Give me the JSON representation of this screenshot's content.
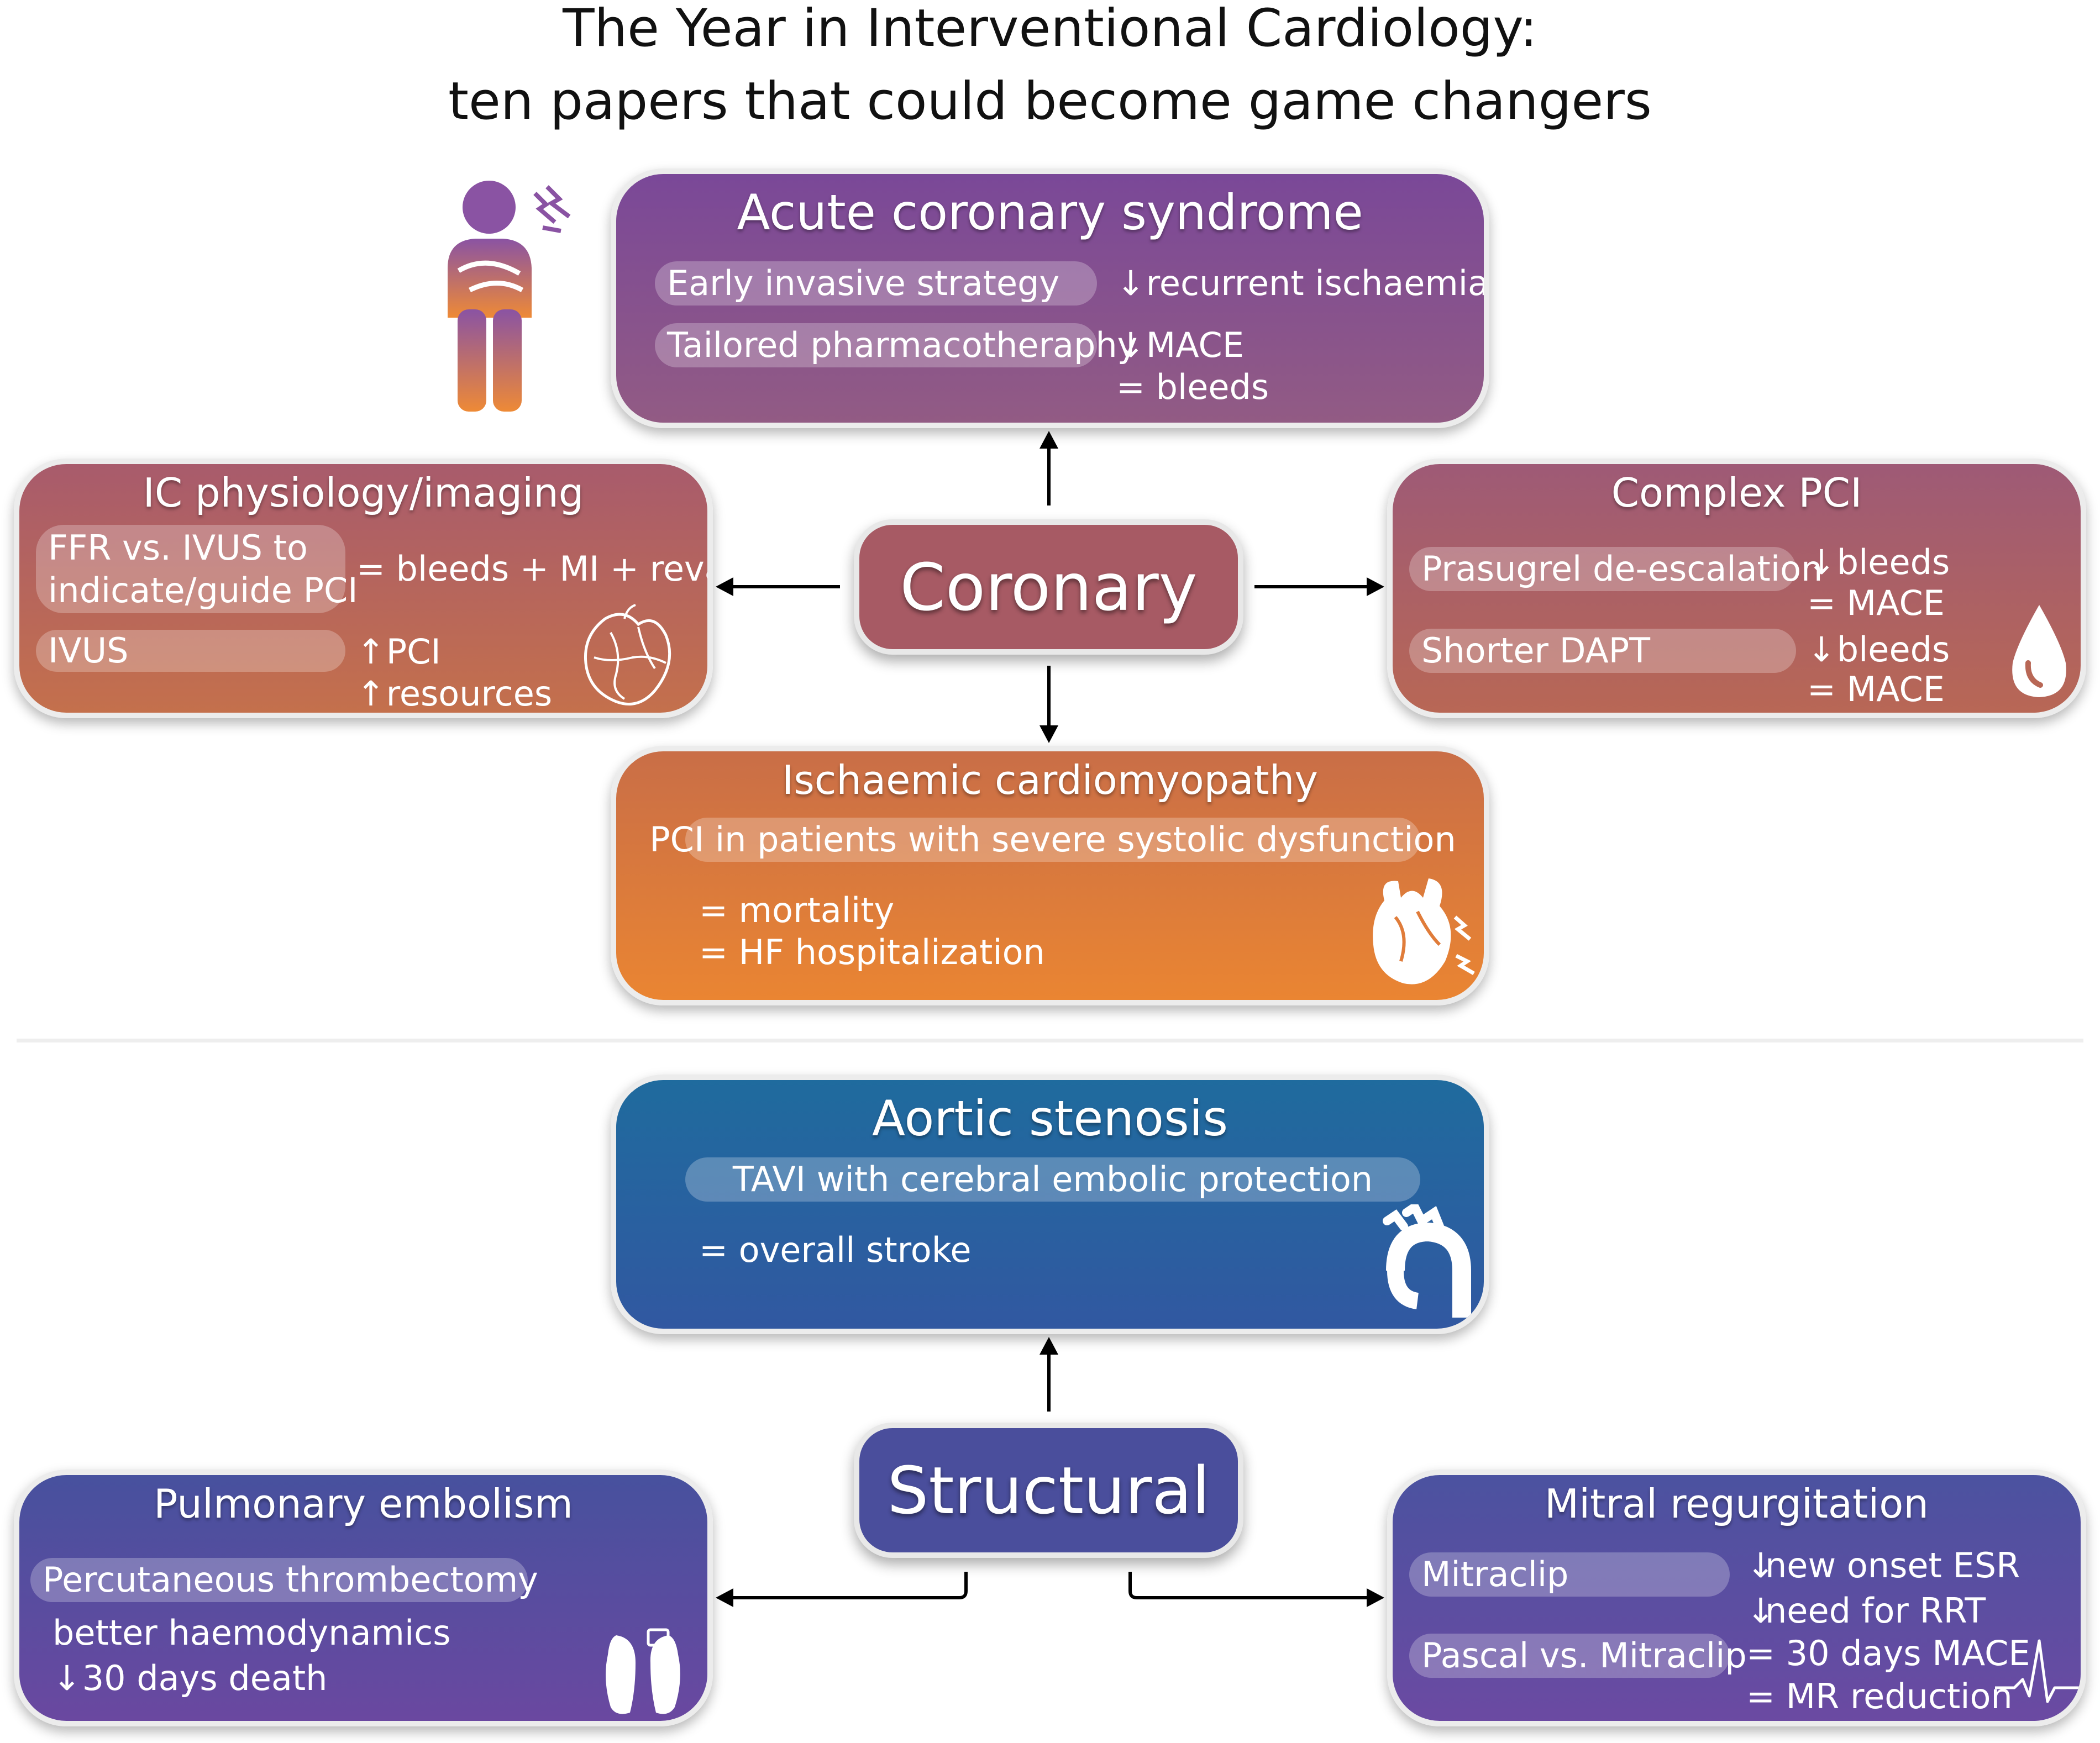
{
  "title": {
    "line1": "The Year in Interventional Cardiology:",
    "line2": "ten papers that could become game changers"
  },
  "hubs": {
    "coronary": "Coronary",
    "structural": "Structural"
  },
  "acs": {
    "title": "Acute coronary syndrome",
    "items": [
      {
        "label": "Early invasive strategy",
        "results": [
          "recurrent ischaemia"
        ],
        "arrows": [
          "down"
        ]
      },
      {
        "label": "Tailored pharmacotheraphy",
        "results": [
          "MACE",
          "= bleeds"
        ],
        "arrows": [
          "down",
          ""
        ]
      }
    ],
    "icon": "patient-chest-pain-icon"
  },
  "physiology": {
    "title": "IC physiology/imaging",
    "item1_label_a": "FFR vs. IVUS to",
    "item1_label_b": "indicate/guide PCI",
    "item1_result": "= bleeds + MI + revasc",
    "item2_label": "IVUS",
    "item2_result_a": "PCI",
    "item2_result_b": "resources",
    "icon": "heart-outline-icon"
  },
  "complex_pci": {
    "title": "Complex PCI",
    "item1_label": "Prasugrel de-escalation",
    "item1_result_a": "bleeds",
    "item1_result_b": "= MACE",
    "item2_label": "Shorter DAPT",
    "item2_result_a": "bleeds",
    "item2_result_b": "= MACE",
    "icon": "blood-drop-icon"
  },
  "ischaemic": {
    "title": "Ischaemic cardiomyopathy",
    "item_label": "PCI in patients with severe systolic dysfunction",
    "result_a": "= mortality",
    "result_b": "= HF hospitalization",
    "icon": "heart-lightning-icon"
  },
  "aortic": {
    "title": "Aortic stenosis",
    "item_label": "TAVI with cerebral embolic protection",
    "result": "= overall stroke",
    "icon": "aortic-arch-icon"
  },
  "pe": {
    "title": "Pulmonary embolism",
    "item_label": "Percutaneous thrombectomy",
    "result_a": "better haemodynamics",
    "result_b": "30 days death",
    "icon": "feet-tag-icon"
  },
  "mitral": {
    "title": "Mitral regurgitation",
    "item1_label": "Mitraclip",
    "item1_result_a": "new onset ESR",
    "item1_result_b": "need for RRT",
    "item2_label": "Pascal vs. Mitraclip",
    "item2_result_a": "= 30 days MACE",
    "item2_result_b": "= MR reduction",
    "icon": "ecg-line-icon"
  },
  "colors": {
    "acs": "#82508f",
    "physiology": "#b5655c",
    "complex_pci": "#aa6066",
    "ischaemic": "#e07c3a",
    "aortic": "#2563a0",
    "structural": "#4a4e9c",
    "pe": "#5a4c9f",
    "mitral": "#5a4ea0"
  }
}
